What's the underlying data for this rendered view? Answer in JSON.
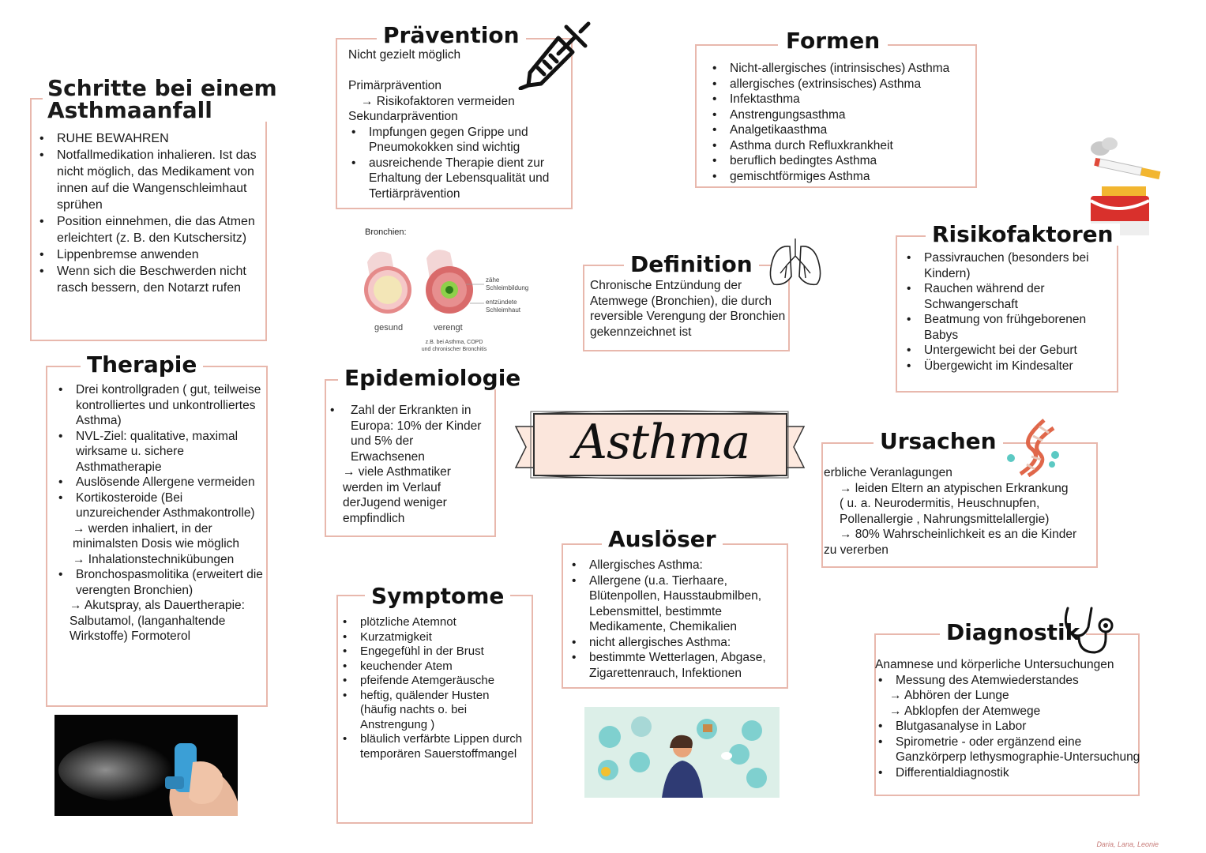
{
  "center": {
    "title": "Asthma"
  },
  "schritte": {
    "title_line1": "Schritte bei einem",
    "title_line2": "Asthmaanfall",
    "items": [
      "RUHE BEWAHREN",
      "Notfallmedikation inhalieren. Ist das nicht möglich, das Medikament von innen auf die Wangenschleimhaut sprühen",
      "Position einnehmen, die das Atmen erleichtert (z. B. den Kutschersitz)",
      "Lippenbremse anwenden",
      "Wenn sich die Beschwerden nicht rasch bessern, den Notarzt rufen"
    ]
  },
  "praevention": {
    "title": "Prävention",
    "line1": "Nicht gezielt möglich",
    "primary": "Primärprävention",
    "primary_sub": "→ Risikofaktoren vermeiden",
    "secondary": "Sekundarprävention",
    "items": [
      "Impfungen gegen Grippe und Pneumokokken sind wichtig",
      "ausreichende Therapie dient zur Erhaltung der Lebensqualität und Tertiärprävention"
    ]
  },
  "formen": {
    "title": "Formen",
    "items": [
      "Nicht-allergisches (intrinsisches) Asthma",
      "allergisches (extrinsisches) Asthma",
      "Infektasthma",
      "Anstrengungsasthma",
      "Analgetikaasthma",
      "Asthma durch Refluxkrankheit",
      "beruflich bedingtes Asthma",
      "gemischtförmiges Asthma"
    ]
  },
  "bronchien": {
    "heading": "Bronchien:",
    "label_healthy": "gesund",
    "label_narrow": "verengt",
    "note1": "zähe Schleimbildung",
    "note2": "entzündete Schleimhaut",
    "caption_line1": "z.B. bei Asthma, COPD",
    "caption_line2": "und chronischer Bronchitis"
  },
  "definition": {
    "title": "Definition",
    "text": "Chronische Entzündung der Atemwege (Bronchien), die durch reversible Verengung der Bronchien gekennzeichnet ist"
  },
  "risikofaktoren": {
    "title": "Risikofaktoren",
    "items": [
      "Passivrauchen (besonders bei Kindern)",
      "Rauchen während der Schwangerschaft",
      "Beatmung von frühgeborenen Babys",
      "Untergewicht bei der Geburt",
      "Übergewicht im Kindesalter"
    ]
  },
  "therapie": {
    "title": "Therapie",
    "item1": "Drei kontrollgraden ( gut, teilweise kontrolliertes und unkontrolliertes Asthma)",
    "item2": "NVL-Ziel: qualitative, maximal wirksame u. sichere Asthmatherapie",
    "item3": "Auslösende Allergene vermeiden",
    "item4": "Kortikosteroide (Bei unzureichender Asthmakontrolle)",
    "item4_sub1": "→ werden inhaliert, in der minimalsten Dosis wie möglich",
    "item4_sub2": "→ Inhalationstechnikübungen",
    "item5": "Bronchospasmolitika (erweitert die verengten Bronchien)",
    "item5_sub": "→ Akutspray, als Dauertherapie: Salbutamol, (langanhaltende Wirkstoffe) Formoterol"
  },
  "epidemiologie": {
    "title": "Epidemiologie",
    "item": "Zahl der Erkrankten in Europa: 10% der Kinder und 5% der Erwachsenen",
    "sub": "→ viele Asthmatiker werden im Verlauf derJugend weniger empfindlich"
  },
  "ursachen": {
    "title": "Ursachen",
    "line1": "erbliche Veranlagungen",
    "sub1": "→ leiden Eltern an atypischen Erkrankung",
    "sub2": "( u. a. Neurodermitis, Heuschnupfen, Pollenallergie , Nahrungsmittelallergie)",
    "sub3": "→ 80%  Wahrscheinlichkeit es an die Kinder",
    "line_end": "zu vererben"
  },
  "ausloeser": {
    "title": "Auslöser",
    "items": [
      "Allergisches Asthma:",
      "Allergene (u.a. Tierhaare, Blütenpollen, Hausstaubmilben, Lebensmittel, bestimmte Medikamente, Chemikalien",
      "nicht allergisches Asthma:",
      "bestimmte Wetterlagen, Abgase, Zigarettenrauch, Infektionen"
    ]
  },
  "symptome": {
    "title": "Symptome",
    "items": [
      "plötzliche Atemnot",
      "Kurzatmigkeit",
      "Engegefühl in der Brust",
      "keuchender Atem",
      "pfeifende Atemgeräusche",
      "heftig, quälender Husten (häufig nachts o. bei Anstrengung )",
      "bläulich verfärbte Lippen durch temporären Sauerstoffmangel"
    ]
  },
  "diagnostik": {
    "title": "Diagnostik",
    "line1": "Anamnese und körperliche Untersuchungen",
    "item1": "Messung des Atemwiederstandes",
    "sub1": "→ Abhören der Lunge",
    "sub2": "→ Abklopfen der Atemwege",
    "item2": "Blutgasanalyse in Labor",
    "item3": "Spirometrie - oder ergänzend eine Ganzkörperp lethysmographie-Untersuchung",
    "item4": "Differentialdiagnostik"
  },
  "signature": "Daria, Lana, Leonie",
  "colors": {
    "border": "#e8b8ad",
    "banner": "#fbe6dc"
  }
}
